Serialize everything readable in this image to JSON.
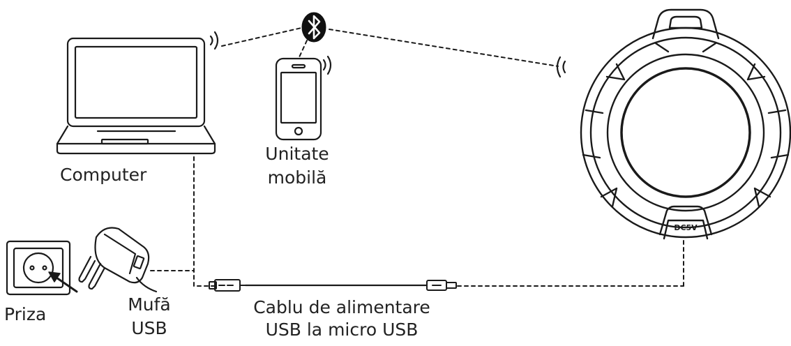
{
  "labels": {
    "computer": "Computer",
    "mobile_line1": "Unitate",
    "mobile_line2": "mobilă",
    "socket": "Priza",
    "usb_plug_line1": "Mufă",
    "usb_plug_line2": "USB",
    "cable_line1": "Cablu de alimentare",
    "cable_line2": "USB la micro USB",
    "speaker_port": "DC5V"
  },
  "icons": {
    "bluetooth": "bluetooth-icon",
    "wireless": "wireless-signal-icon"
  },
  "colors": {
    "stroke": "#1a1a1a",
    "bluetooth_badge": "#111111",
    "background": "#ffffff"
  }
}
